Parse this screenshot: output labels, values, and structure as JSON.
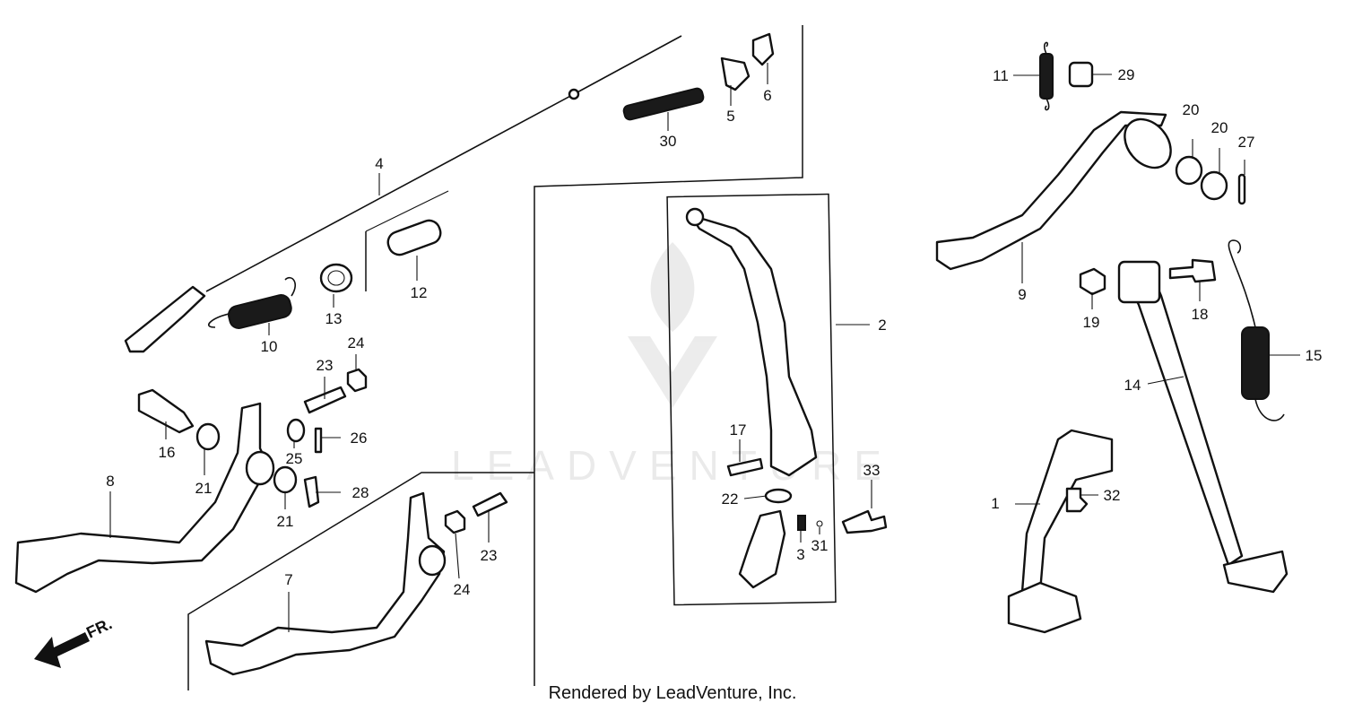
{
  "watermark": "LEADVENTURE",
  "footer": "Rendered by LeadVenture, Inc.",
  "direction_label": "FR.",
  "callouts": {
    "c1": "1",
    "c2": "2",
    "c3": "3",
    "c4": "4",
    "c5": "5",
    "c6": "6",
    "c7": "7",
    "c8": "8",
    "c9": "9",
    "c10": "10",
    "c11": "11",
    "c12": "12",
    "c13": "13",
    "c14": "14",
    "c15": "15",
    "c16": "16",
    "c17": "17",
    "c18": "18",
    "c19": "19",
    "c20a": "20",
    "c20b": "20",
    "c21a": "21",
    "c21b": "21",
    "c22": "22",
    "c23a": "23",
    "c23b": "23",
    "c24a": "24",
    "c24b": "24",
    "c25": "25",
    "c26": "26",
    "c27": "27",
    "c28": "28",
    "c29": "29",
    "c30": "30",
    "c31": "31",
    "c32": "32",
    "c33": "33"
  }
}
